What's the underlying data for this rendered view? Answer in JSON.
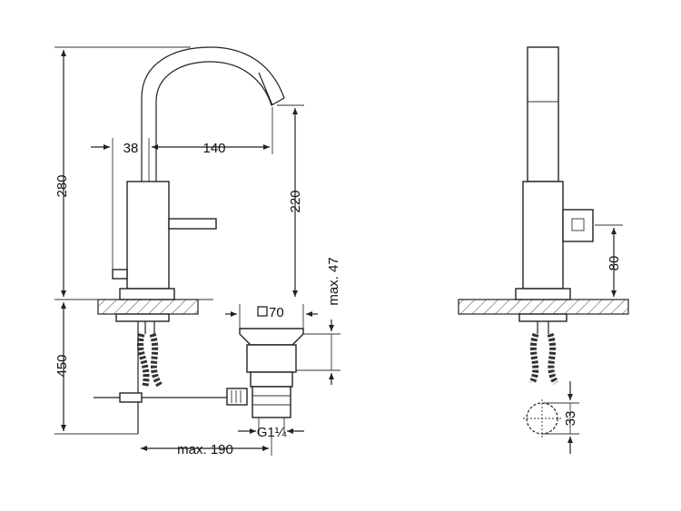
{
  "front_view": {
    "dim_total_height": "280",
    "dim_spout_offset": "38",
    "dim_spout_reach": "140",
    "dim_spout_height": "220",
    "dim_below_deck": "450",
    "dim_max_thickness": "max. 47",
    "dim_waste_size": "70",
    "dim_waste_thread": "G1¼",
    "dim_max_reach": "max. 190"
  },
  "side_view": {
    "dim_lever_height": "80",
    "dim_hole_diameter": "33"
  }
}
